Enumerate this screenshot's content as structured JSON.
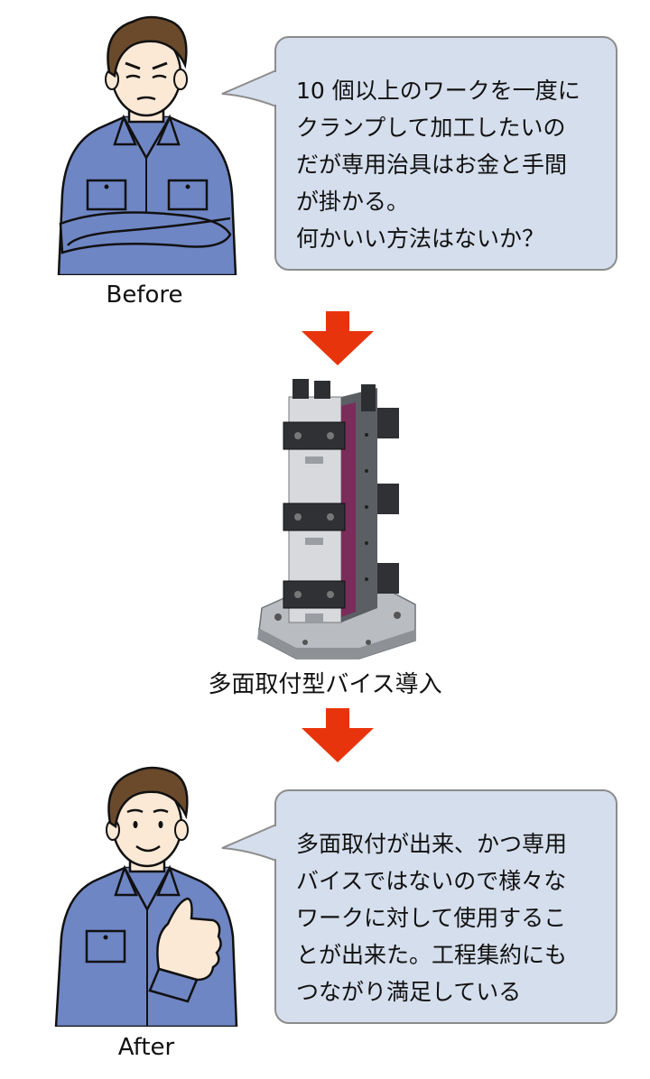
{
  "before": {
    "label": "Before",
    "speech_lines": [
      "10 個以上のワークを一度に",
      "クランプして加工したいの",
      "だが専用治具はお金と手間",
      "が掛かる。",
      "何かいい方法はないか？"
    ]
  },
  "product": {
    "caption": "多面取付型バイス導入"
  },
  "after": {
    "label": "After",
    "speech_lines": [
      "多面取付が出来、かつ専用",
      "バイスではないので様々な",
      "ワークに対して使用するこ",
      "とが出来た。工程集約にも",
      "つながり満足している"
    ]
  },
  "colors": {
    "bubble_fill": "#d5deec",
    "bubble_border": "#8c8c8c",
    "arrow": "#e8340c",
    "uniform": "#6f86c4",
    "vise_accent": "#7a2d5a"
  },
  "icons": {
    "before_person": "worried-worker-arms-crossed-icon",
    "after_person": "smiling-worker-thumbs-up-icon",
    "down_arrow": "red-down-arrow-icon"
  }
}
